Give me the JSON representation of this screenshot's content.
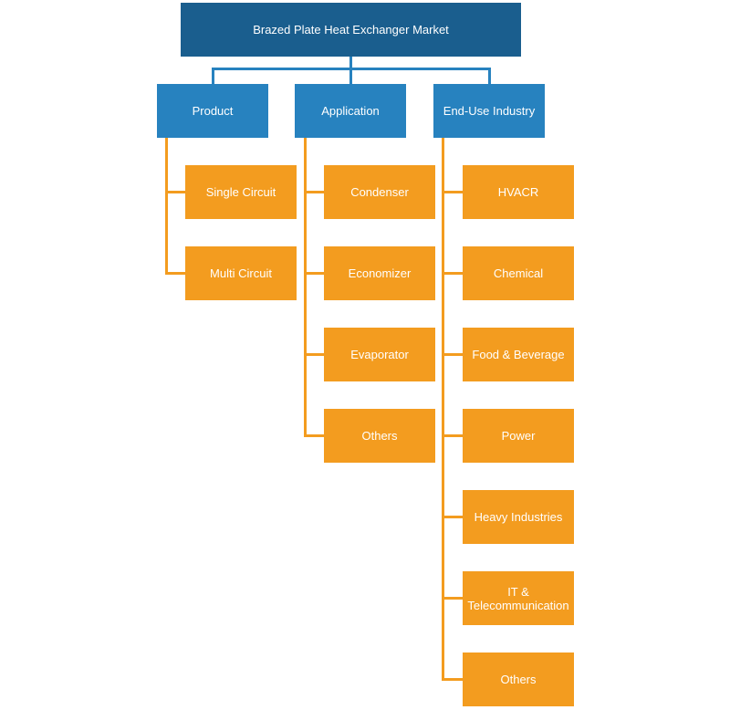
{
  "title": "Brazed Plate Heat Exchanger Market",
  "categories": [
    {
      "label": "Product",
      "items": [
        "Single Circuit",
        "Multi Circuit"
      ]
    },
    {
      "label": "Application",
      "items": [
        "Condenser",
        "Economizer",
        "Evaporator",
        "Others"
      ]
    },
    {
      "label": "End-Use Industry",
      "items": [
        "HVACR",
        "Chemical",
        "Food & Beverage",
        "Power",
        "Heavy Industries",
        "IT & Telecommunication",
        "Others"
      ]
    }
  ],
  "colors": {
    "root": "#1a5e8e",
    "category": "#2782bf",
    "leaf": "#f39c1f"
  }
}
